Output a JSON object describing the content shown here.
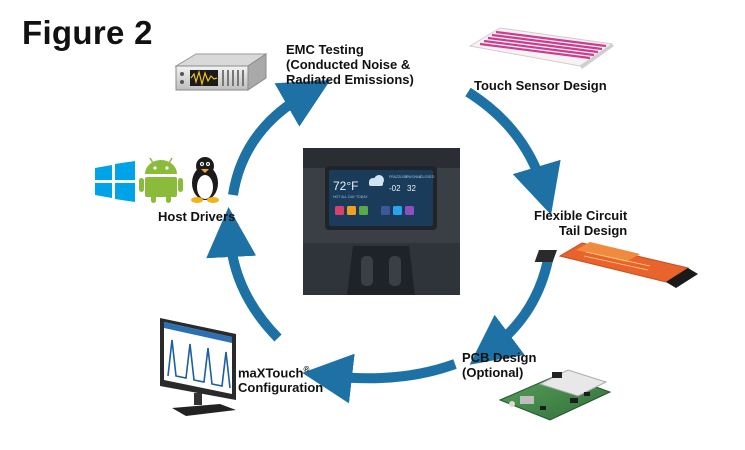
{
  "title": "Figure 2",
  "steps": {
    "emc": {
      "line1": "EMC Testing",
      "line2": "(Conducted Noise &",
      "line3": "Radiated Emissions)"
    },
    "touch_sensor": {
      "label": "Touch Sensor Design"
    },
    "flex_tail": {
      "line1": "Flexible Circuit",
      "line2": "Tail Design"
    },
    "pcb": {
      "line1": "PCB Design",
      "line2": "(Optional)"
    },
    "maxtouch": {
      "line1": "maXTouch",
      "reg": "®",
      "line2": "Configuration"
    },
    "host_drivers": {
      "label": "Host Drivers"
    }
  },
  "screen": {
    "temperature": "72°F",
    "forecast_text": "HOT ALL DAY TODAY",
    "filter_label": "FRAZZLED",
    "filter_value": "-02",
    "ice_label": "IRWONNE",
    "ice_value": "32",
    "mode_label": "CLOSED"
  },
  "colors": {
    "arrow": "#1d71a5",
    "screen_bg": "#1a3c5a",
    "windows": "#00a3e8",
    "android": "#8bbb3b"
  }
}
